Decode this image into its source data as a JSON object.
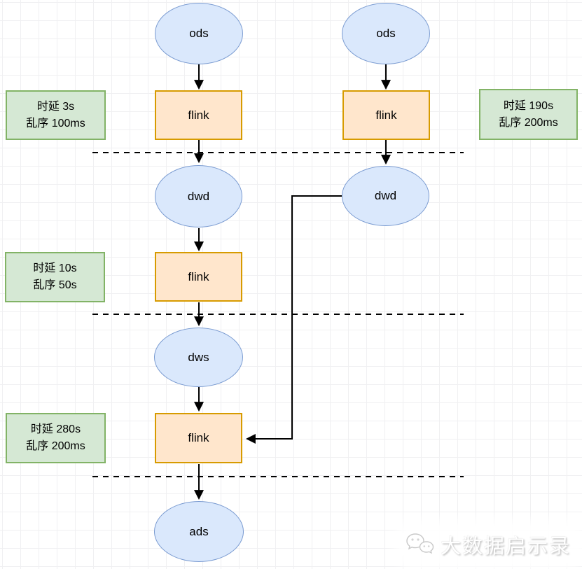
{
  "diagram": {
    "nodes": {
      "ods_left": "ods",
      "ods_right": "ods",
      "flink_ods_left": "flink",
      "flink_ods_right": "flink",
      "dwd_left": "dwd",
      "dwd_right": "dwd",
      "flink_dwd": "flink",
      "dws": "dws",
      "flink_dws": "flink",
      "ads": "ads"
    },
    "annotations": {
      "stage1_left": {
        "line1": "时延 3s",
        "line2": "乱序 100ms"
      },
      "stage1_right": {
        "line1": "时延 190s",
        "line2": "乱序 200ms"
      },
      "stage2_left": {
        "line1": "时延 10s",
        "line2": "乱序 50s"
      },
      "stage3_left": {
        "line1": "时延 280s",
        "line2": "乱序 200ms"
      }
    },
    "colors": {
      "storage_fill": "#dae8fc",
      "storage_stroke": "#7a9bd1",
      "process_fill": "#ffe6cc",
      "process_stroke": "#d79b00",
      "annotation_fill": "#d5e8d4",
      "annotation_stroke": "#82b366",
      "connector": "#000000"
    }
  },
  "watermark": {
    "text": "大数据启示录",
    "icon": "wechat-bubbles-icon"
  }
}
